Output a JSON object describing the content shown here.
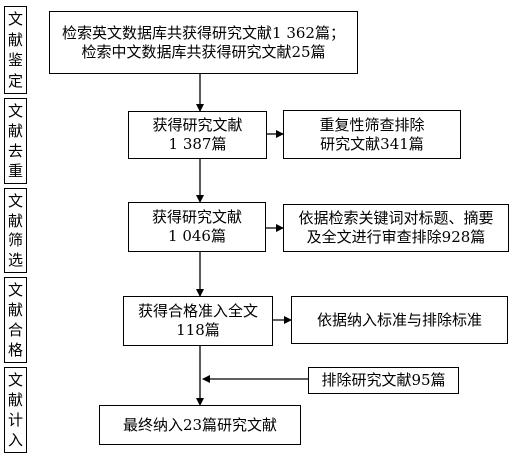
{
  "stages": [
    {
      "id": "identify",
      "chars": [
        "文",
        "献",
        "鉴",
        "定"
      ]
    },
    {
      "id": "dedupe",
      "chars": [
        "文",
        "献",
        "去",
        "重"
      ]
    },
    {
      "id": "screen",
      "chars": [
        "文",
        "献",
        "筛",
        "选"
      ]
    },
    {
      "id": "eligible",
      "chars": [
        "文",
        "献",
        "合",
        "格"
      ]
    },
    {
      "id": "include",
      "chars": [
        "文",
        "献",
        "计",
        "入"
      ]
    }
  ],
  "boxes": {
    "search": "检索英文数据库共获得研究文献1 362篇；\n检索中文数据库共获得研究文献25篇",
    "obtained1": "获得研究文献\n1 387篇",
    "exclude_dup": "重复性筛查排除\n研究文献341篇",
    "obtained2": "获得研究文献\n1 046篇",
    "exclude_screen": "依据检索关键词对标题、摘要\n及全文进行审查排除928篇",
    "eligible": "获得合格准入全文\n118篇",
    "criteria": "依据纳入标准与排除标准",
    "exclude_final": "排除研究文献95篇",
    "final": "最终纳入23篇研究文献"
  }
}
